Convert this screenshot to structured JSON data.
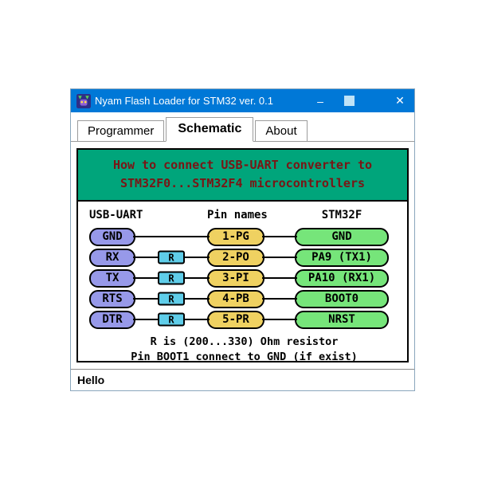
{
  "window": {
    "title": "Nyam Flash Loader for STM32 ver. 0.1",
    "controls": {
      "minimize": "–",
      "close": "✕"
    }
  },
  "tabs": [
    {
      "label": "Programmer",
      "active": false
    },
    {
      "label": "Schematic",
      "active": true
    },
    {
      "label": "About",
      "active": false
    }
  ],
  "schematic": {
    "header_line1": "How to connect USB-UART converter to",
    "header_line2": "STM32F0...STM32F4 microcontrollers",
    "columns": {
      "left": "USB-UART",
      "middle": "Pin names",
      "right": "STM32F"
    },
    "resistor_label": "R",
    "rows": [
      {
        "left": "GND",
        "resistor": false,
        "pin": "1-PG",
        "right": "GND"
      },
      {
        "left": "RX",
        "resistor": true,
        "pin": "2-PO",
        "right": "PA9 (TX1)"
      },
      {
        "left": "TX",
        "resistor": true,
        "pin": "3-PI",
        "right": "PA10 (RX1)"
      },
      {
        "left": "RTS",
        "resistor": true,
        "pin": "4-PB",
        "right": "BOOT0"
      },
      {
        "left": "DTR",
        "resistor": true,
        "pin": "5-PR",
        "right": "NRST"
      }
    ],
    "note_line1": "R is (200...330) Ohm resistor",
    "note_line2": "Pin BOOT1 connect to GND (if exist)"
  },
  "status": {
    "text": "Hello"
  },
  "colors": {
    "titlebar": "#0078d7",
    "header_bg": "#00a57b",
    "header_text": "#7a1515",
    "left_box": "#9799e9",
    "pin_box": "#efd161",
    "right_box": "#76e57a",
    "resistor_box": "#5fcde9"
  }
}
